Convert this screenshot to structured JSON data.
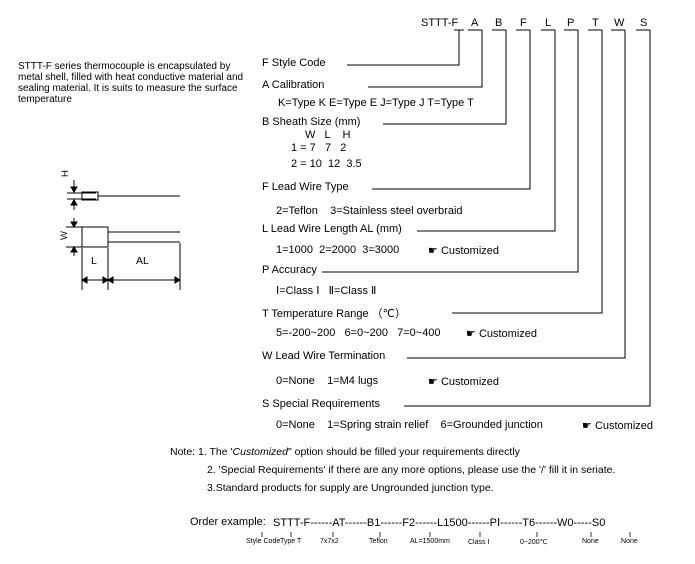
{
  "header": {
    "prefix": "STTT-F",
    "codes": [
      "A",
      "B",
      "F",
      "L",
      "P",
      "T",
      "W",
      "S"
    ]
  },
  "description": "STTT-F series thermocouple is encapsulated by metal shell, filled with heat conductive material and sealing material. It is suits to measure the surface temperature",
  "diagram": {
    "labels": {
      "h": "H",
      "w": "W",
      "l": "L",
      "al": "AL"
    }
  },
  "customized_label": "Customized",
  "sections": {
    "style": {
      "title": "F  Style Code"
    },
    "calibration": {
      "title": "A  Calibration",
      "options": "K=Type K  E=Type E  J=Type J  T=Type T"
    },
    "sheath": {
      "title": "B Sheath Size (mm)",
      "header": "W   L    H",
      "row1": "1 = 7   7   2",
      "row2": "2 = 10  12  3.5"
    },
    "lead_type": {
      "title": "F Lead Wire Type",
      "options": "2=Teflon    3=Stainless steel overbraid"
    },
    "lead_length": {
      "title": "L  Lead Wire Length AL (mm)",
      "options": "1=1000  2=2000  3=3000"
    },
    "accuracy": {
      "title": "P  Accuracy",
      "options": "Ⅰ=Class Ⅰ   Ⅱ=Class Ⅱ"
    },
    "temp_range": {
      "title": "T  Temperature Range  （℃）",
      "options": "5=-200~200   6=0~200   7=0~400"
    },
    "termination": {
      "title": "W  Lead Wire Termination",
      "options": "0=None    1=M4 lugs"
    },
    "special": {
      "title": "S  Special Requirements",
      "options": "0=None    1=Spring strain relief    6=Grounded junction"
    }
  },
  "notes": {
    "n1_pre": "Note: 1. The '",
    "n1_ital": "Customized",
    "n1_post": "\" option should be filled your requirements directly",
    "n2": "2. 'Special Requirements' if there are any more options, please use the '/' fill it in seriate.",
    "n3": "3.Standard products for supply are Ungrounded junction type."
  },
  "order_example": {
    "label": "Order example:",
    "code": "STTT-F------AT------B1------F2------L1500------PⅠ------T6------W0-----S0",
    "captions": [
      "Style Code",
      "Type T",
      "7x7x2",
      "Teflon",
      "AL=1500mm",
      "Class Ⅰ",
      "0~200℃",
      "None",
      "None"
    ]
  }
}
